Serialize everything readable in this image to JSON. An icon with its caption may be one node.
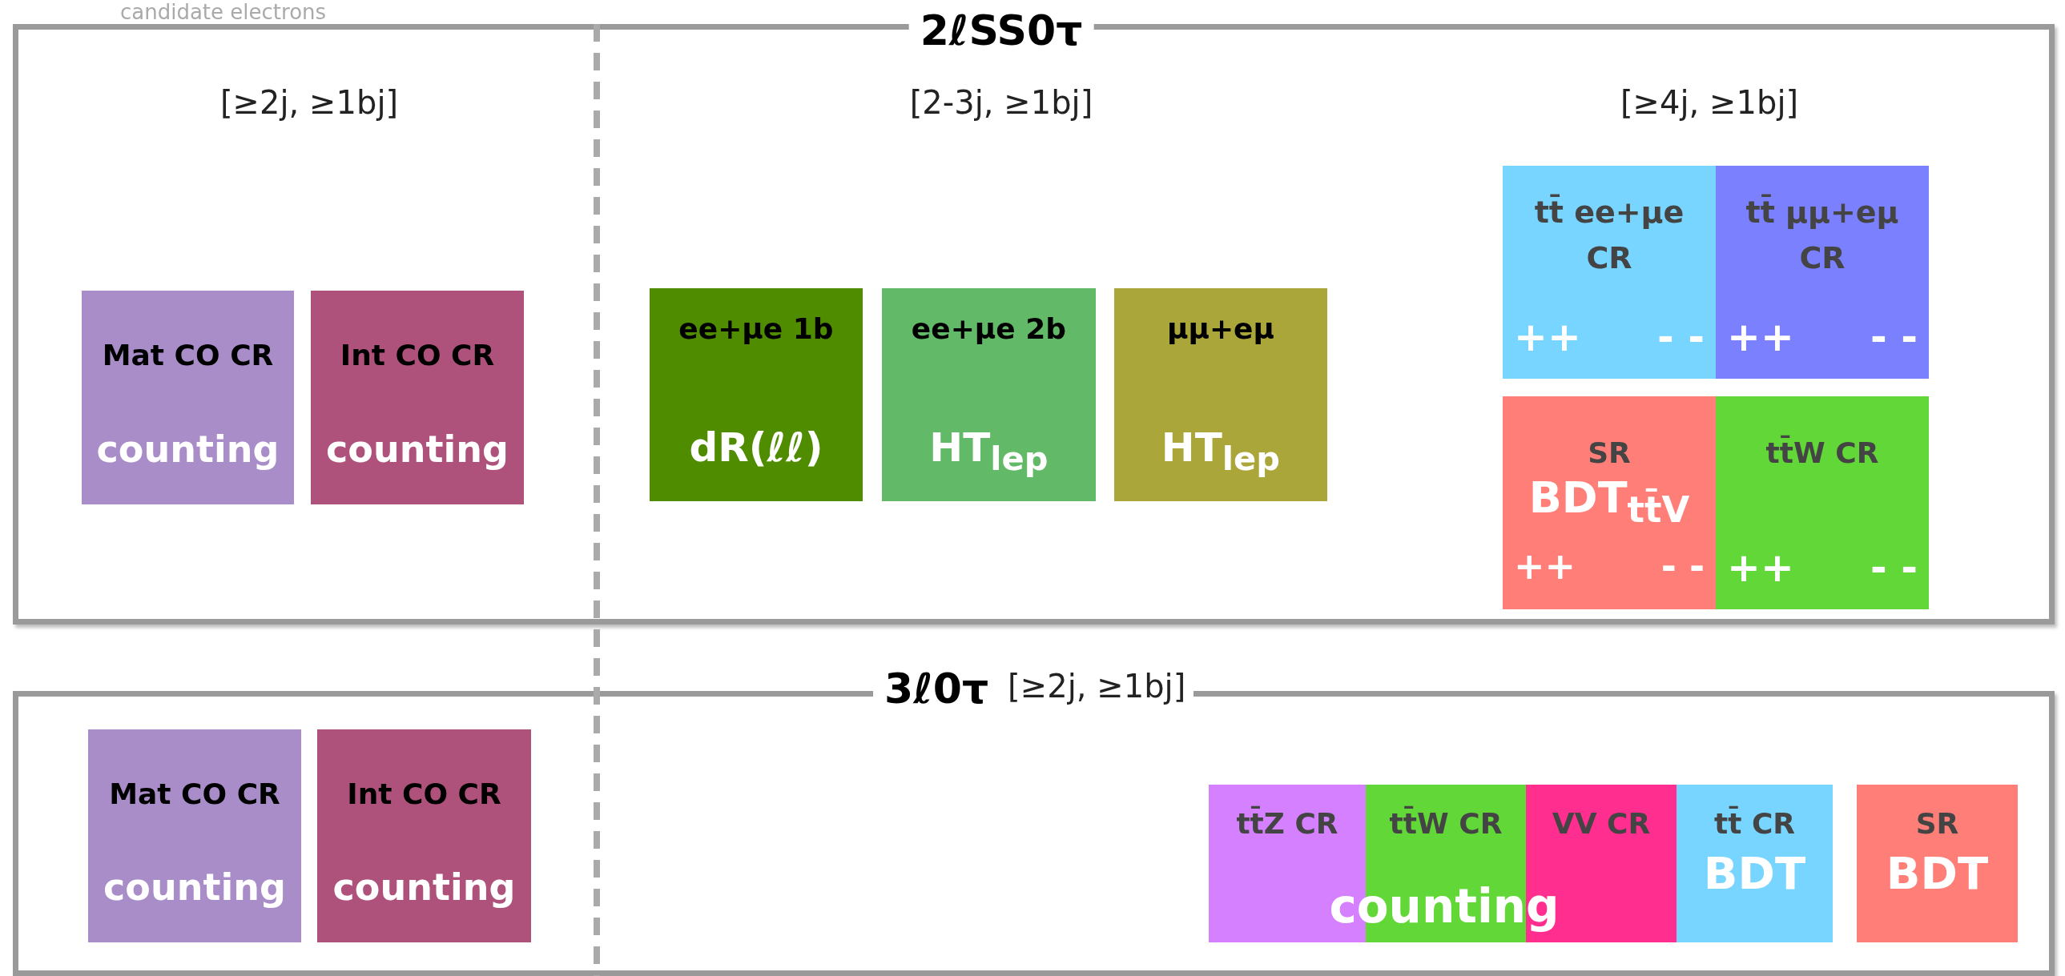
{
  "diagram": {
    "nodes": [
      {
        "text": [
          "2ℓSS0τ"
        ]
      },
      {
        "text": [
          "Mat CO CR",
          "counting"
        ],
        "in": 0
      },
      {
        "text": [
          "Int CO CR",
          "counting"
        ],
        "in": 0
      },
      {
        "text": [
          "ee+μe 1b",
          "dR(ℓℓ)"
        ],
        "in": 0
      },
      {
        "text": [
          "ee+μe 2b",
          "HT$_{lep}$"
        ],
        "in": 0
      },
      {
        "text": [
          "μμ+eμ",
          "HT$_{lep}$"
        ],
        "in": 0
      },
      {
        "text": [
          "tt̄ ee+μe CR",
          "++",
          "- -"
        ],
        "in": 0
      },
      {
        "text": [
          "tt̄ μμ+eμ CR",
          "++",
          "- -"
        ],
        "in": 0
      },
      {
        "text": [
          "SR",
          "BDT$_{tt̄V}$",
          "++",
          "- -"
        ],
        "in": 0
      },
      {
        "text": [
          "tt̄W CR",
          "++",
          "- -"
        ],
        "in": 0
      },
      {
        "text": [
          "3ℓ0τ",
          "[≥2j, ≥1bj]"
        ]
      },
      {
        "text": [
          "Mat CO CR",
          "counting"
        ],
        "in": 10
      },
      {
        "text": [
          "Int CO CR",
          "counting"
        ],
        "in": 10
      },
      {
        "text": [
          "tt̄Z CR"
        ],
        "in": 10
      },
      {
        "text": [
          "tt̄W CR"
        ],
        "in": 10
      },
      {
        "text": [
          "VV CR"
        ],
        "in": 10
      },
      {
        "text": [
          "tt̄ CR",
          "BDT"
        ],
        "in": 10
      },
      {
        "text": [
          "SR",
          "BDT"
        ],
        "in": 10
      }
    ],
    "labels": [
      "candidate electrons",
      "[≥2j, ≥1bj]",
      "[2-3j, ≥1bj]",
      "[≥4j, ≥1bj]",
      "counting"
    ]
  }
}
